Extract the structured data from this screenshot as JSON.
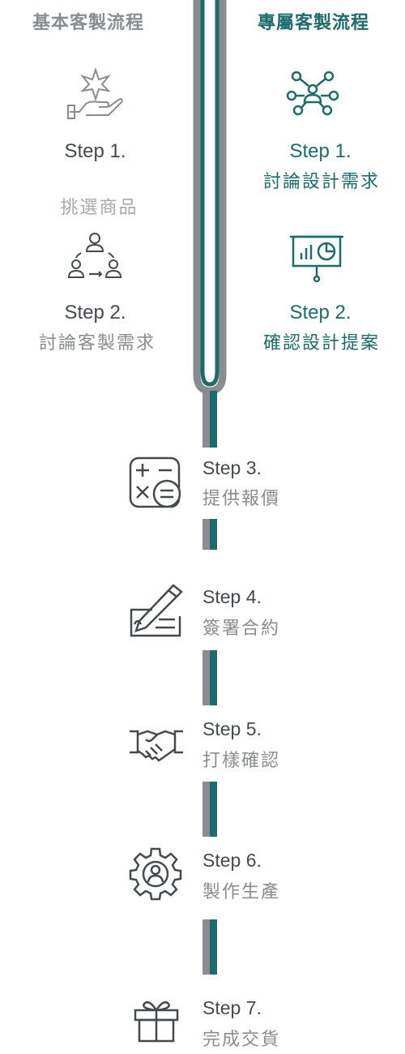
{
  "left_column": {
    "title": "基本客製流程",
    "steps": [
      {
        "label": "Step 1.",
        "desc": "挑選商品",
        "icon": "hand-star-icon"
      },
      {
        "label": "Step 2.",
        "desc": "討論客製需求",
        "icon": "people-cycle-icon"
      }
    ]
  },
  "right_column": {
    "title": "專屬客製流程",
    "steps": [
      {
        "label": "Step 1.",
        "desc": "討論設計需求",
        "icon": "network-people-icon"
      },
      {
        "label": "Step 2.",
        "desc": "確認設計提案",
        "icon": "presentation-chart-icon"
      }
    ]
  },
  "shared_steps": [
    {
      "label": "Step 3.",
      "desc": "提供報價",
      "icon": "calculator-icon"
    },
    {
      "label": "Step 4.",
      "desc": "簽署合約",
      "icon": "sign-contract-icon"
    },
    {
      "label": "Step 5.",
      "desc": "打樣確認",
      "icon": "handshake-icon"
    },
    {
      "label": "Step 6.",
      "desc": "製作生產",
      "icon": "gear-person-icon"
    },
    {
      "label": "Step 7.",
      "desc": "完成交貨",
      "icon": "gift-icon"
    }
  ],
  "colors": {
    "basic": "#8a8d90",
    "custom": "#1e6b6b",
    "text_dark": "#444a4e"
  }
}
